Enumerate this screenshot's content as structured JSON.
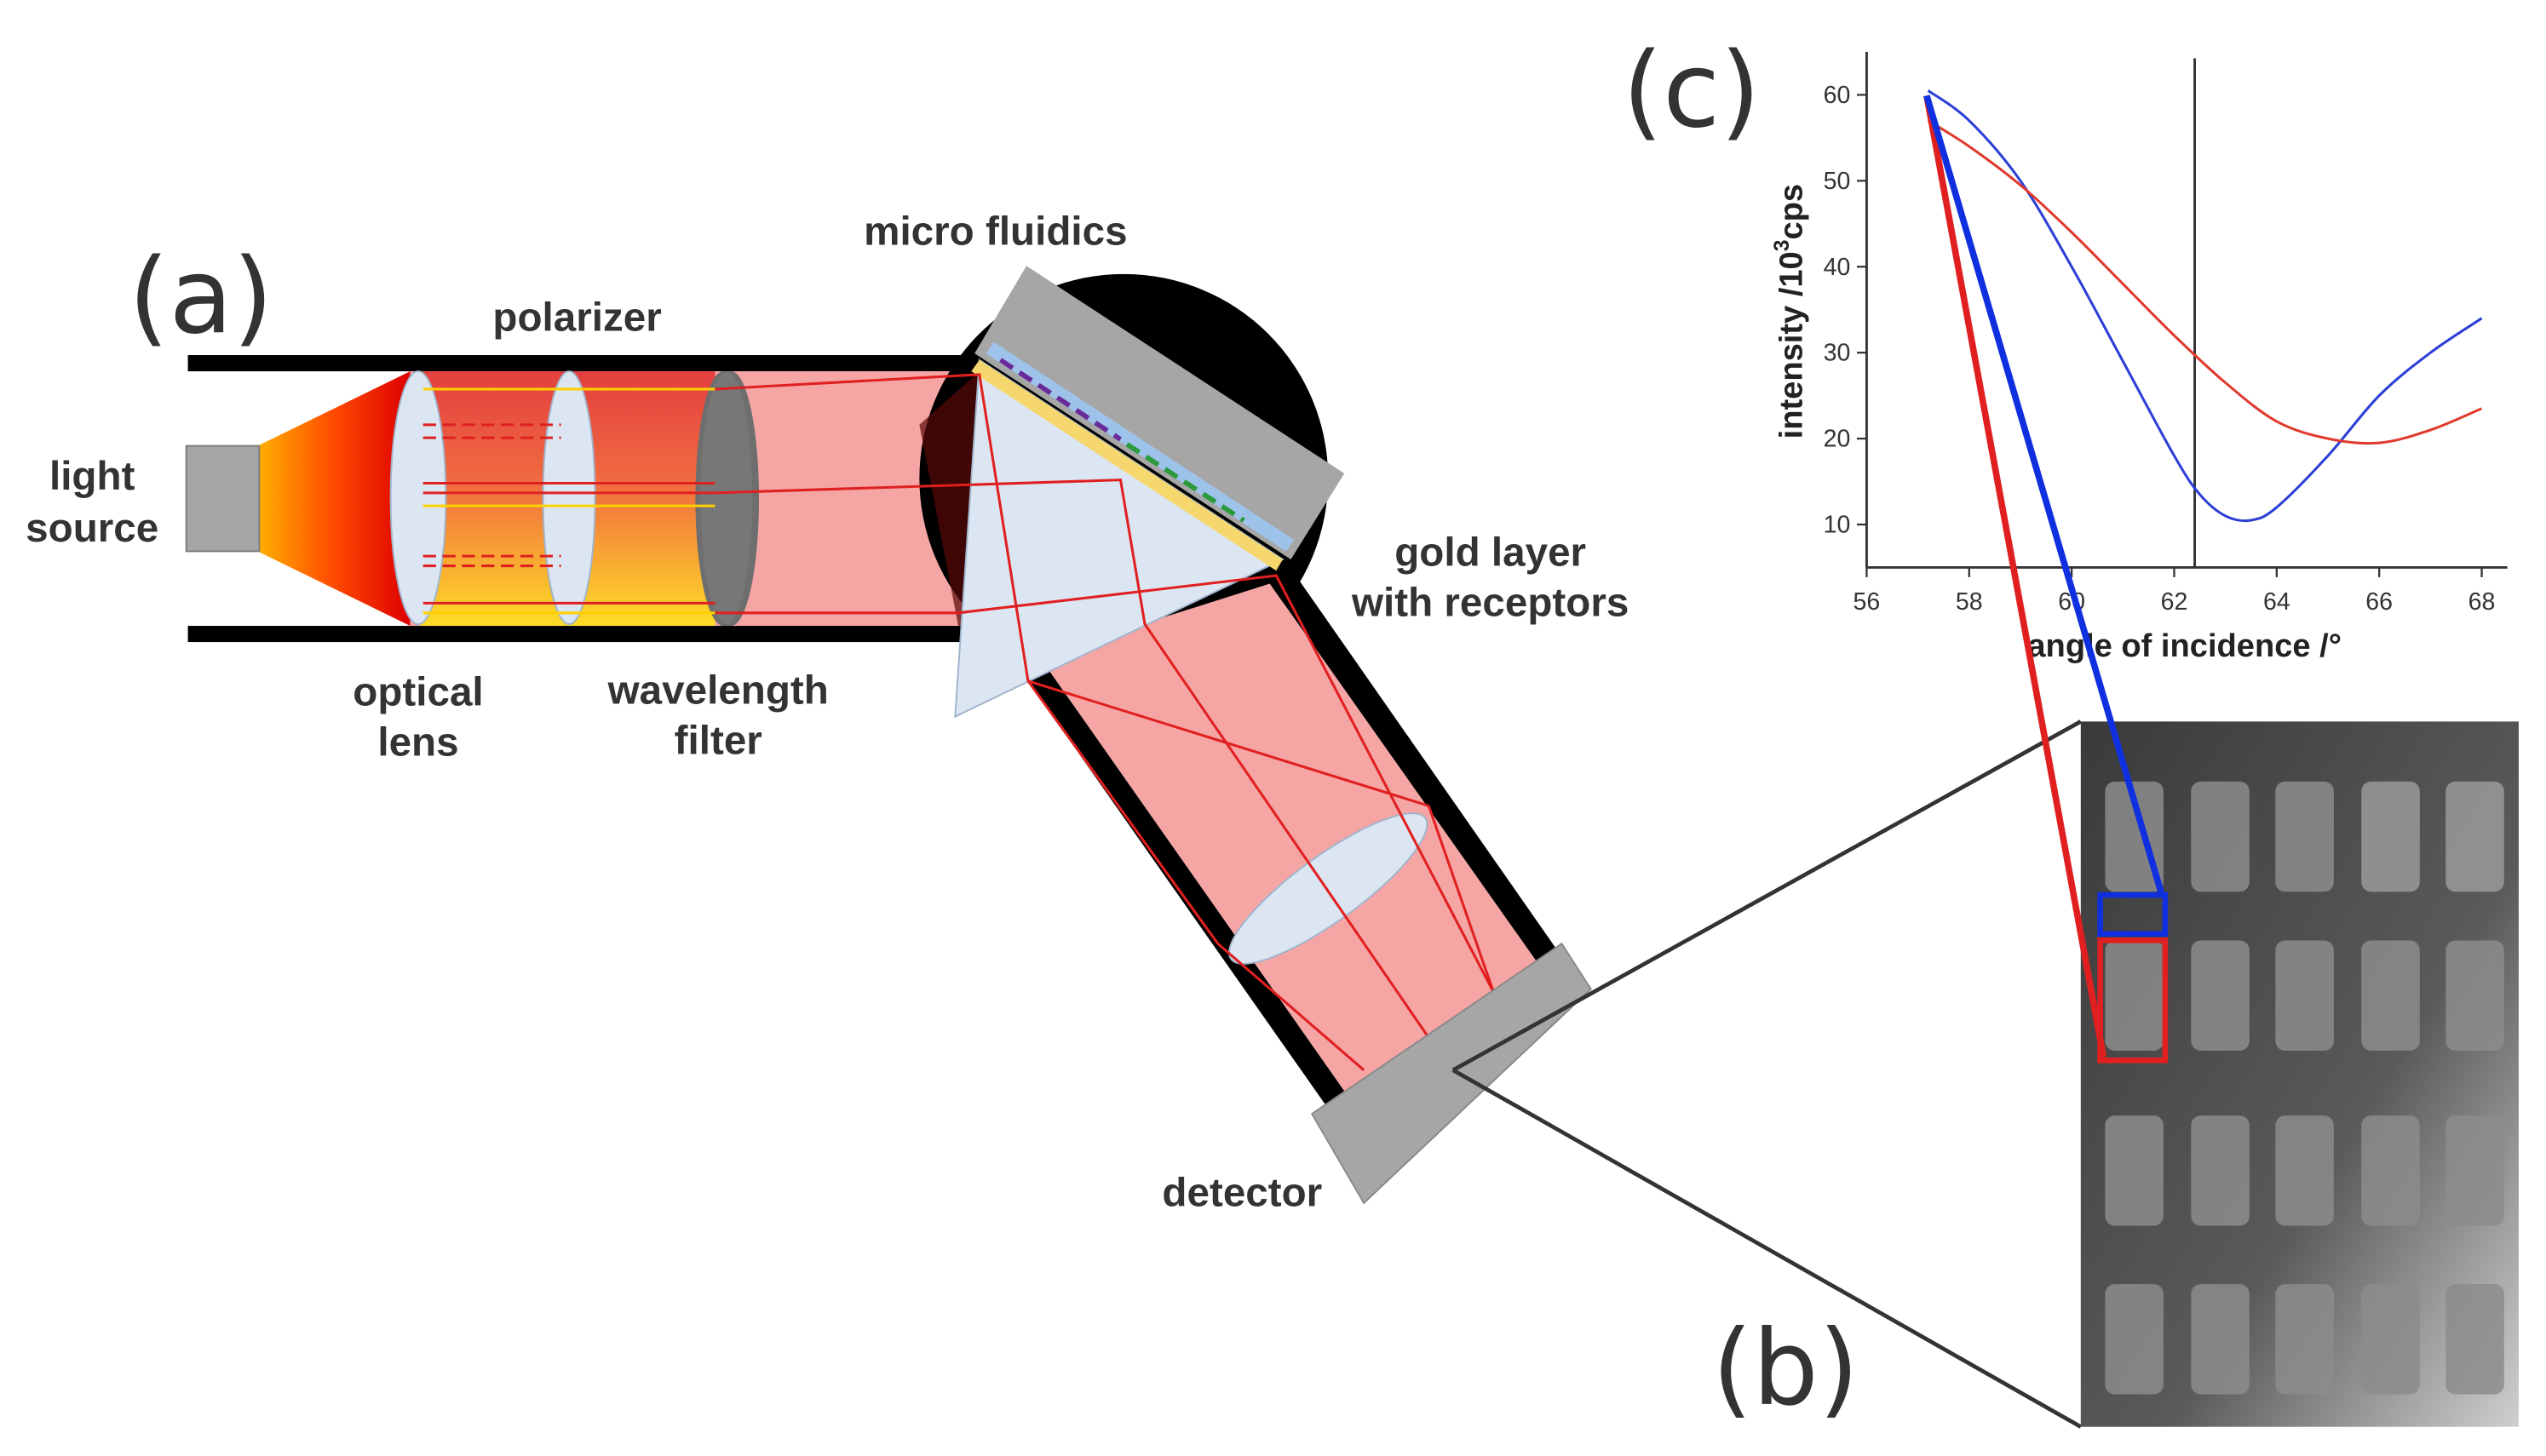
{
  "panels": {
    "a": "(a)",
    "b": "(b)",
    "c": "(c)"
  },
  "labels": {
    "light_source_1": "light",
    "light_source_2": "source",
    "polarizer": "polarizer",
    "optical_lens_1": "optical",
    "optical_lens_2": "lens",
    "wavelength_filter_1": "wavelength",
    "wavelength_filter_2": "filter",
    "micro_fluidics": "micro fluidics",
    "gold_layer_1": "gold layer",
    "gold_layer_2": "with receptors",
    "detector": "detector"
  },
  "colors": {
    "beam": "#f6a5a5",
    "ray": "#e02020",
    "prism": "#dce6f2",
    "gold": "#f5d76e",
    "housing": "#000000",
    "gray_block": "#a6a6a6",
    "series_blue": "#2b3fd6",
    "series_red": "#e03a2e"
  },
  "chart_data": {
    "type": "line",
    "xlabel": "angle of incidence /°",
    "ylabel_main": "intensity /10",
    "ylabel_sup": "3",
    "ylabel_tail": "cps",
    "xlim": [
      56,
      68.5
    ],
    "ylim": [
      5,
      65
    ],
    "xticks": [
      56,
      58,
      60,
      62,
      64,
      66,
      68
    ],
    "yticks": [
      10,
      20,
      30,
      40,
      50,
      60
    ],
    "vline_x": 62.4,
    "series": [
      {
        "color": "blue",
        "x": [
          57.2,
          58,
          59,
          60,
          61,
          62,
          62.5,
          63,
          63.5,
          64,
          65,
          66,
          67,
          68
        ],
        "y": [
          60.5,
          57,
          50,
          40,
          29,
          18,
          13.5,
          11,
          10.5,
          12,
          18,
          25,
          30,
          34
        ]
      },
      {
        "color": "red",
        "x": [
          57.2,
          58,
          59,
          60,
          61,
          62,
          63,
          64,
          65,
          66,
          67,
          68
        ],
        "y": [
          57,
          54,
          49.5,
          44,
          38,
          32,
          26.5,
          22,
          20,
          19.5,
          21,
          23.5
        ]
      }
    ]
  }
}
